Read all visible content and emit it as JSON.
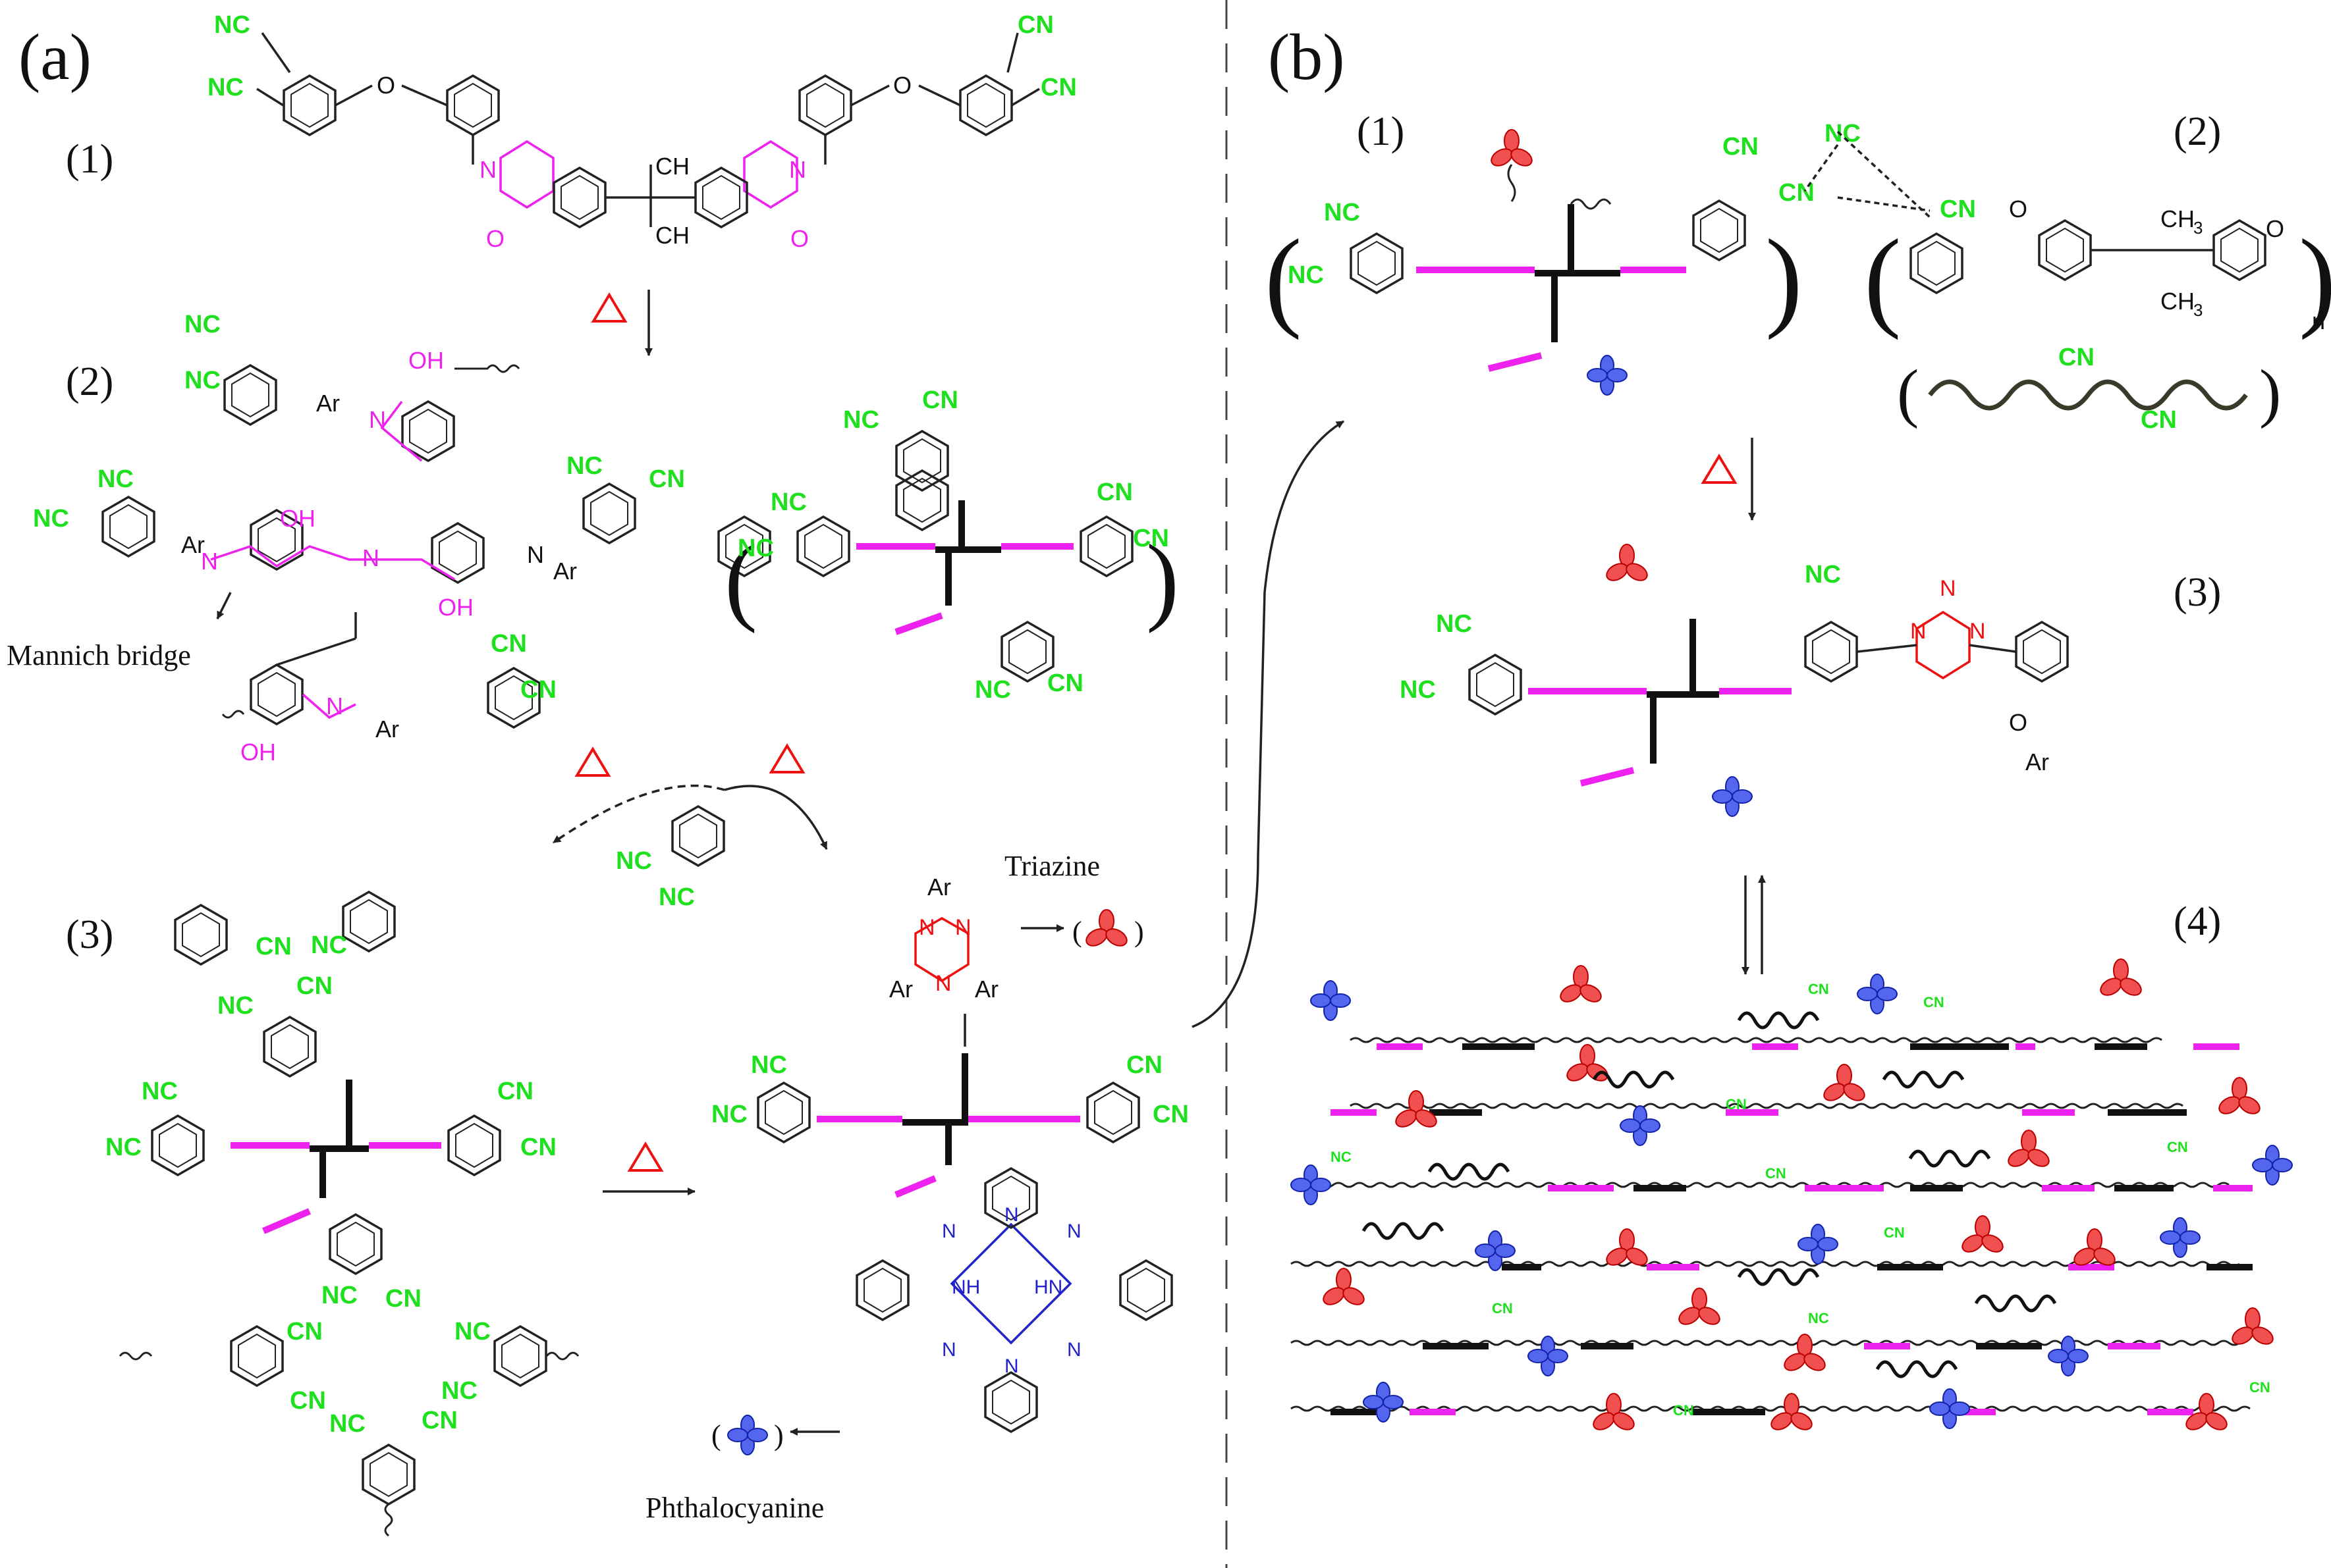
{
  "panels": {
    "a": {
      "label": "(a)"
    },
    "b": {
      "label": "(b)"
    }
  },
  "steps": {
    "a1": "(1)",
    "a2": "(2)",
    "a3": "(3)",
    "b1": "(1)",
    "b2": "(2)",
    "b3": "(3)",
    "b4": "(4)"
  },
  "groups": {
    "cn": "CN",
    "nc": "NC",
    "o": "O",
    "n": "N",
    "oh": "OH",
    "ar": "Ar",
    "ch3": "CH",
    "ch3_sub": "3",
    "nh": "NH",
    "hn": "HN",
    "n_sub": "n"
  },
  "annotations": {
    "mannich": "Mannich bridge",
    "triazine": "Triazine",
    "phthalocyanine": "Phthalocyanine"
  },
  "colors": {
    "cyano": "#1fe01f",
    "oxazine": "#ee22ee",
    "triazine": "#ee1111",
    "phthalocyanine": "#2222cc",
    "bond": "#222222",
    "heat_symbol": "#ee1111"
  },
  "icons": {
    "heat": "triangle-heat-symbol",
    "triazine_node": "red-trefoil",
    "phthalocyanine_node": "blue-quatrefoil"
  }
}
